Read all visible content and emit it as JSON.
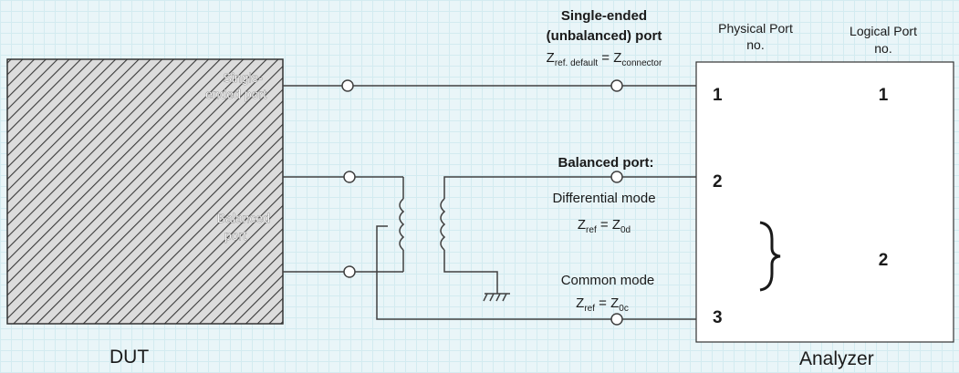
{
  "dut": {
    "title": "DUT",
    "single_ended_label": [
      "Single-",
      "ended port"
    ],
    "balanced_label": [
      "Balanced",
      "port"
    ]
  },
  "analyzer": {
    "title": "Analyzer",
    "physical_header": [
      "Physical Port",
      "no."
    ],
    "logical_header": [
      "Logical Port",
      "no."
    ],
    "physical_ports": [
      "1",
      "2",
      "3"
    ],
    "logical_ports": [
      "1",
      "2"
    ]
  },
  "single_ended_port": {
    "title": [
      "Single-ended",
      "(unbalanced) port"
    ],
    "z_label": {
      "z1": "Z",
      "sub1": "ref. default",
      "eq": " = ",
      "z2": "Z",
      "sub2": "connector"
    }
  },
  "balanced_port": {
    "title": "Balanced port:",
    "differential": {
      "label": "Differential  mode",
      "z_label": {
        "z1": "Z",
        "sub1": "ref",
        "eq": " = ",
        "z2": "Z",
        "sub2": "0d"
      }
    },
    "common": {
      "label": "Common mode",
      "z_label": {
        "z1": "Z",
        "sub1": "ref",
        "eq": " = ",
        "z2": "Z",
        "sub2": "0c"
      }
    }
  },
  "colors": {
    "line": "#404040",
    "hatch": "#3a3a3a",
    "box_fill": "#ffffff",
    "text": "#1a1a1a",
    "hatch_text": "#f4f4f4"
  }
}
